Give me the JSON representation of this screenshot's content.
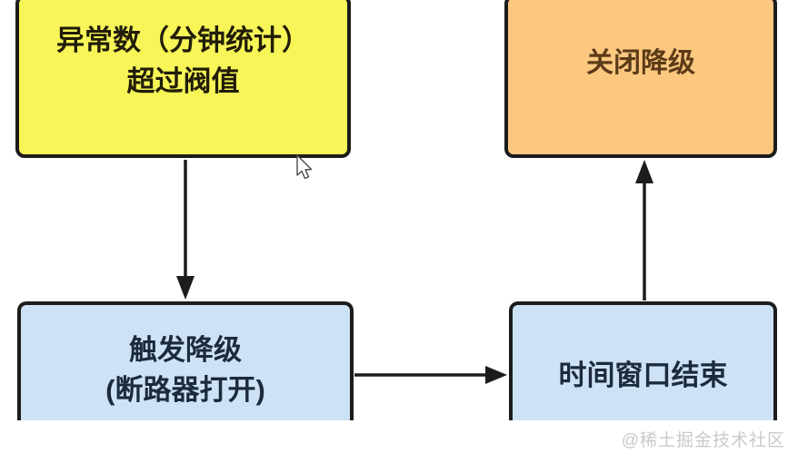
{
  "diagram": {
    "title_hint": "circuit-breaker degradation flow",
    "nodes": {
      "exception_threshold": {
        "line1": "异常数（分钟统计）",
        "line2": "超过阀值",
        "fill": "#F7F558",
        "text_color": "#211d08"
      },
      "close_degrade": {
        "label": "关闭降级",
        "fill": "#FCC880",
        "text_color": "#5c3b18"
      },
      "trigger_degrade": {
        "line1": "触发降级",
        "line2": "(断路器打开)",
        "fill": "#CDE2F7",
        "text_color": "#1c2b3c"
      },
      "time_window_end": {
        "label": "时间窗口结束",
        "fill": "#CDE2F7",
        "text_color": "#1c2b3c"
      }
    },
    "edges": [
      {
        "from": "exception_threshold",
        "to": "trigger_degrade",
        "direction": "down"
      },
      {
        "from": "trigger_degrade",
        "to": "time_window_end",
        "direction": "right"
      },
      {
        "from": "time_window_end",
        "to": "close_degrade",
        "direction": "up"
      }
    ],
    "border_color": "#1c1c1c",
    "arrow_color": "#1c1c1c",
    "background_color": "#ffffff"
  },
  "watermark": {
    "text": "@稀土掘金技术社区",
    "color": "#c9c9c9"
  }
}
